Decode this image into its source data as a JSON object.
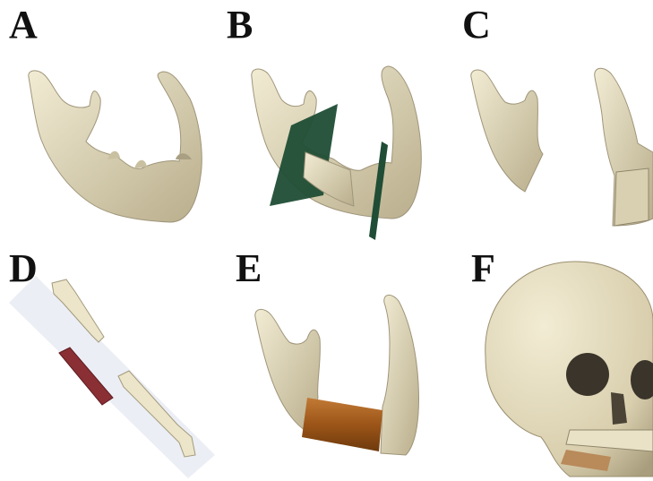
{
  "panels": [
    {
      "label": "A",
      "subject": "mandible-intact"
    },
    {
      "label": "B",
      "subject": "mandible-with-cutting-planes"
    },
    {
      "label": "C",
      "subject": "mandible-resected"
    },
    {
      "label": "D",
      "subject": "fibula-segments"
    },
    {
      "label": "E",
      "subject": "mandible-with-graft"
    },
    {
      "label": "F",
      "subject": "skull-with-reconstruction"
    }
  ],
  "colors": {
    "bone": "#e8e0c4",
    "bone_shadow": "#b5ab8a",
    "plane": "#1f4d35",
    "graft": "#9c5518",
    "graft_f": "#b98a5a",
    "fibula_segment": "#8a2f33"
  }
}
